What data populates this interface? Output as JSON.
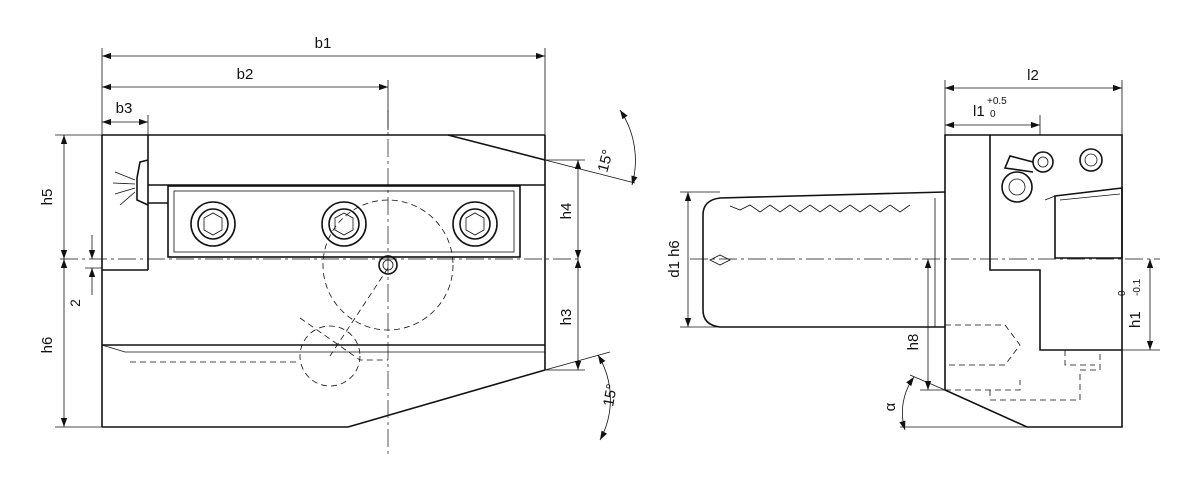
{
  "left_view": {
    "dims": {
      "b1": "b1",
      "b2": "b2",
      "b3": "b3",
      "h5": "h5",
      "h6": "h6",
      "h4": "h4",
      "h3": "h3",
      "two": "2",
      "angle_top": "15°",
      "angle_bottom": "15°"
    }
  },
  "right_view": {
    "dims": {
      "l2": "l2",
      "l1_base": "l1",
      "l1_upper": "+0.5",
      "l1_lower": "0",
      "d1": "d1 h6",
      "h8": "h8",
      "h1_base": "h1",
      "h1_upper": "0",
      "h1_lower": "-0.1",
      "alpha": "α"
    }
  }
}
